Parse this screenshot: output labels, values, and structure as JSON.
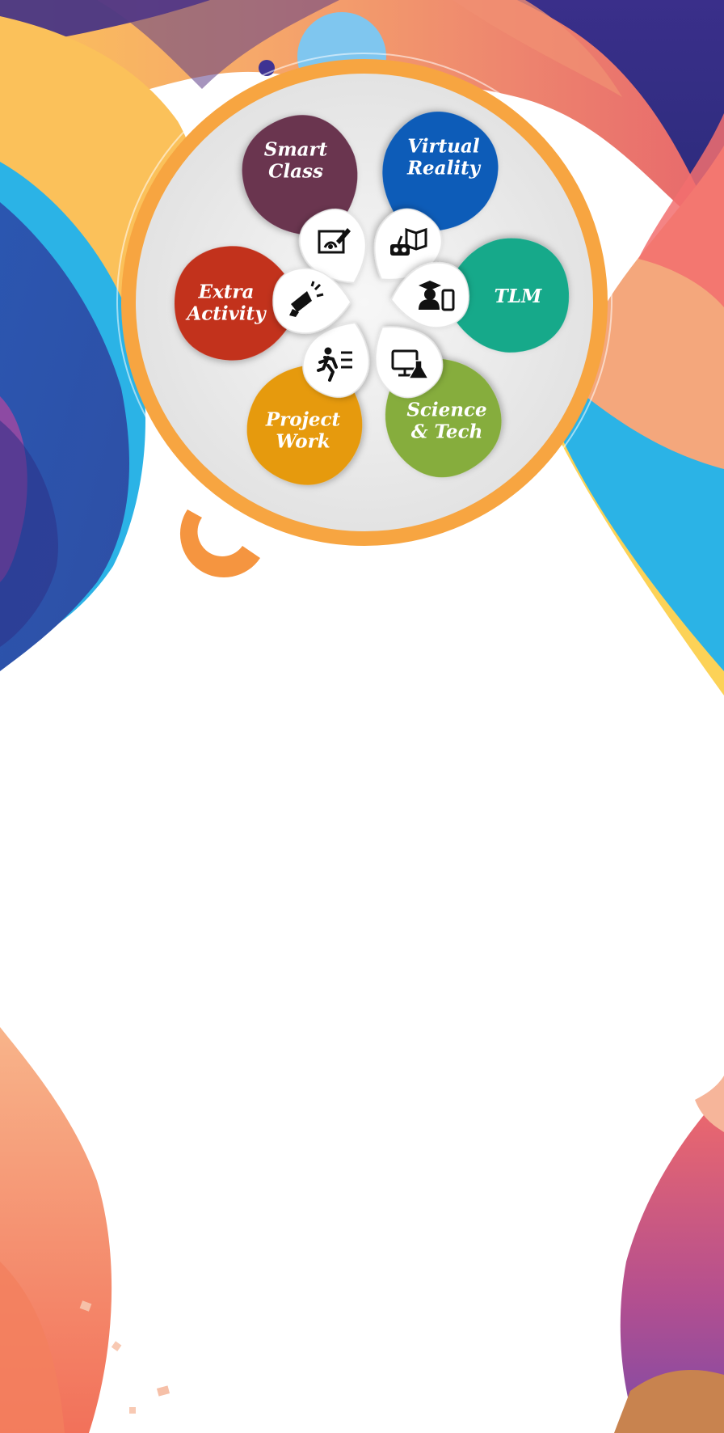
{
  "petals": [
    {
      "id": "smart-class",
      "lines": [
        "Smart",
        "Class"
      ],
      "color": "#6b3550",
      "icon": "smartboard-icon"
    },
    {
      "id": "virtual-reality",
      "lines": [
        "Virtual",
        "Reality"
      ],
      "color": "#0b5cb8",
      "icon": "vr-book-icon"
    },
    {
      "id": "tlm",
      "lines": [
        "TLM"
      ],
      "color": "#12a98a",
      "icon": "graduate-mobile-icon"
    },
    {
      "id": "science-tech",
      "lines": [
        "Science",
        "& Tech"
      ],
      "color": "#86ad3e",
      "icon": "computer-flask-icon"
    },
    {
      "id": "project-work",
      "lines": [
        "Project",
        "Work"
      ],
      "color": "#e69a0e",
      "icon": "runner-checklist-icon"
    },
    {
      "id": "extra-activity",
      "lines": [
        "Extra",
        "Activity"
      ],
      "color": "#c2331f",
      "icon": "megaphone-icon"
    }
  ],
  "colors": {
    "ring": "#f7a541",
    "inner": "#ebebeb",
    "navy": "#2e2f86",
    "sky": "#2bb3e6",
    "yellow": "#fcd257",
    "coral": "#f26f6f",
    "peach": "#f6a274",
    "purple": "#8d4aa3"
  }
}
